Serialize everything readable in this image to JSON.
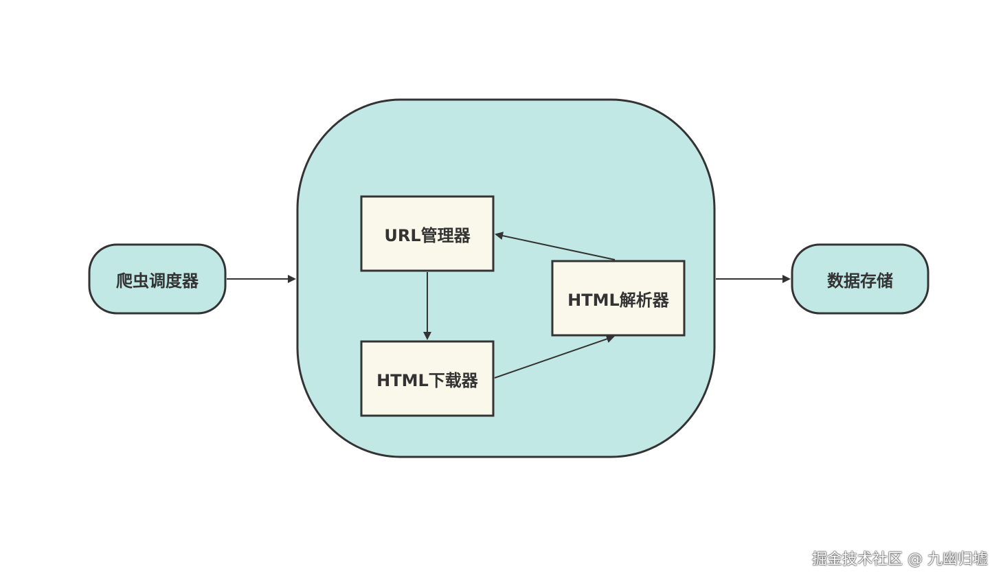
{
  "nodes": {
    "scheduler": "爬虫调度器",
    "url_manager": "URL管理器",
    "html_downloader": "HTML下载器",
    "html_parser": "HTML解析器",
    "data_storage": "数据存储"
  },
  "watermark": "掘金技术社区 @ 九幽归墟",
  "colors": {
    "container_fill": "#c2e8e6",
    "pill_fill": "#c2e8e6",
    "box_fill": "#f9f8ea",
    "stroke": "#333333"
  }
}
